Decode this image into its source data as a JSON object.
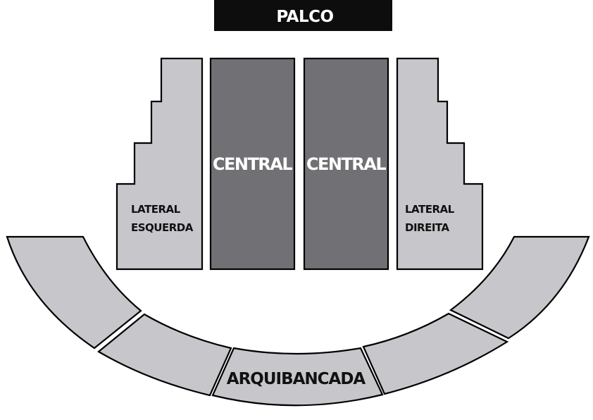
{
  "colors": {
    "light_section": "#c6c6cb",
    "dark_section": "#717175",
    "stage": "#0d0d0d",
    "outline": "#000000"
  },
  "stage": {
    "label": "PALCO"
  },
  "sections": {
    "central_left": {
      "label": "CENTRAL"
    },
    "central_right": {
      "label": "CENTRAL"
    },
    "lateral_esquerda": {
      "line1": "LATERAL",
      "line2": "ESQUERDA"
    },
    "lateral_direita": {
      "line1": "LATERAL",
      "line2": "DIREITA"
    },
    "arquibancada": {
      "label": "ARQUIBANCADA"
    }
  }
}
